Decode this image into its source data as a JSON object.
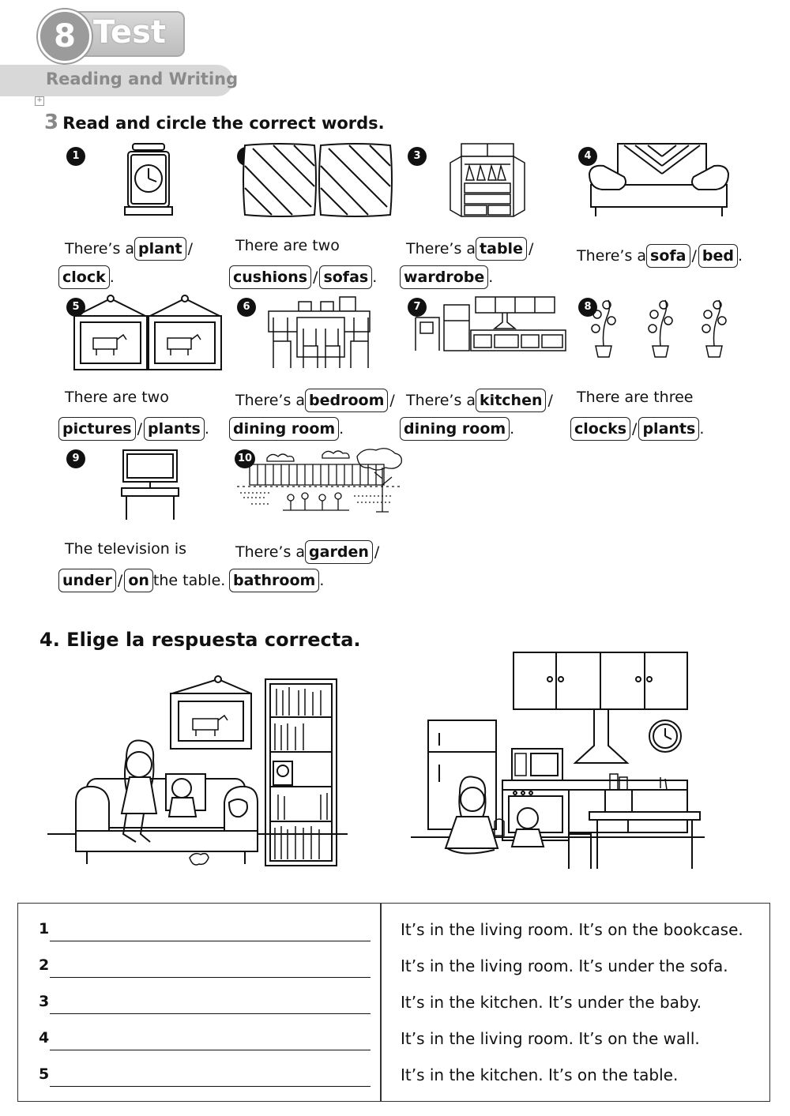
{
  "header": {
    "unit_number": "8",
    "unit_title": "Test",
    "section": "Reading and Writing"
  },
  "exercise3": {
    "number": "3",
    "title": "Read and circle the correct words.",
    "items": [
      {
        "num": "1",
        "prefix": "There’s a",
        "opt1": "plant",
        "opt2": "clock",
        "end": ".",
        "picture": "clock-icon"
      },
      {
        "num": "2",
        "prefix": "There are two",
        "opt1": "cushions",
        "opt2": "sofas",
        "end": ".",
        "picture": "cushions-icon"
      },
      {
        "num": "3",
        "prefix": "There’s a",
        "opt1": "table",
        "opt2": "wardrobe",
        "end": ".",
        "picture": "wardrobe-icon"
      },
      {
        "num": "4",
        "prefix": "There’s a",
        "opt1": "sofa",
        "opt2": "bed",
        "end": ".",
        "picture": "sofa-icon"
      },
      {
        "num": "5",
        "prefix": "There are two",
        "opt1": "pictures",
        "opt2": "plants",
        "end": ".",
        "picture": "pictures-icon"
      },
      {
        "num": "6",
        "prefix": "There’s a",
        "opt1": "bedroom",
        "opt2": "dining room",
        "end": ".",
        "picture": "dining-room-icon"
      },
      {
        "num": "7",
        "prefix": "There’s a",
        "opt1": "kitchen",
        "opt2": "dining room",
        "end": ".",
        "picture": "kitchen-icon"
      },
      {
        "num": "8",
        "prefix": "There are three",
        "opt1": "clocks",
        "opt2": "plants",
        "end": ".",
        "picture": "plants-icon"
      },
      {
        "num": "9",
        "prefix": "The television is",
        "opt1": "under",
        "opt2": "on",
        "end": "the table.",
        "picture": "television-icon"
      },
      {
        "num": "10",
        "prefix": "There’s a",
        "opt1": "garden",
        "opt2": "bathroom",
        "end": ".",
        "picture": "garden-icon"
      }
    ]
  },
  "exercise4": {
    "title": "4. Elige la respuesta correcta.",
    "rows": [
      {
        "num": "1",
        "sentence": "It’s in the living room. It’s on the bookcase."
      },
      {
        "num": "2",
        "sentence": "It’s in the living room. It’s under the sofa."
      },
      {
        "num": "3",
        "sentence": "It’s in the kitchen. It’s under the baby."
      },
      {
        "num": "4",
        "sentence": "It’s in the living room. It’s on the wall."
      },
      {
        "num": "5",
        "sentence": "It’s in the kitchen. It’s on the table."
      }
    ]
  }
}
